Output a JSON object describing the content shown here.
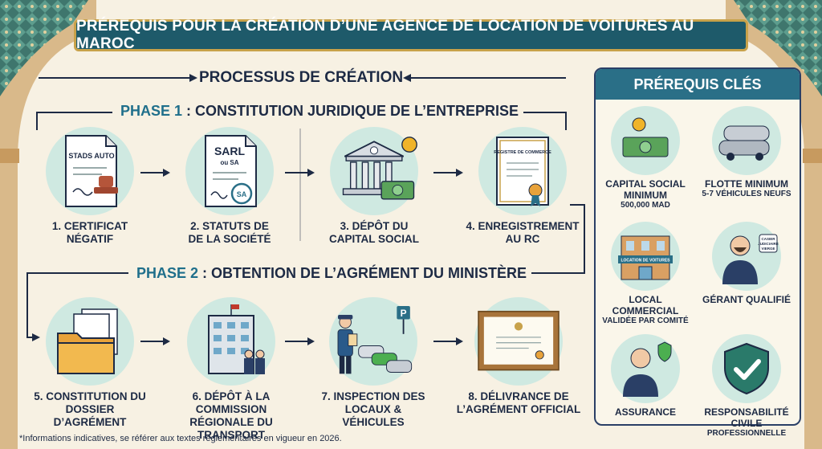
{
  "title": "PRÉREQUIS POUR LA CRÉATION D’UNE AGENCE DE LOCATION DE VOITURES AU MAROC",
  "process_title": "PROCESSUS DE CRÉATION",
  "phase1": {
    "num": "PHASE 1",
    "rest": " : CONSTITUTION JURIDIQUE DE L’ENTREPRISE"
  },
  "phase2": {
    "num": "PHASE 2",
    "rest": " : OBTENTION DE L’AGRÉMENT DU MINISTÈRE"
  },
  "steps": [
    {
      "l1": "1. CERTIFICAT",
      "l2": "NÉGATIF",
      "doc": "STADS AUTO"
    },
    {
      "l1": "2. STATUTS DE",
      "l2": "DE LA SOCIÉTÉ",
      "doc": "SARL",
      "doc2": "ou SA",
      "seal": "SA"
    },
    {
      "l1": "3. DÉPÔT DU",
      "l2": "CAPITAL SOCIAL"
    },
    {
      "l1": "4. ENREGISTREMENT",
      "l2": "AU RC",
      "doc": "REGISTRE DE COMMERCE"
    },
    {
      "l1": "5. CONSTITUTION DU",
      "l2": "DOSSIER D’AGRÉMENT"
    },
    {
      "l1": "6. DÉPÔT À LA COMMISSION",
      "l2": "RÉGIONALE DU TRANSPORT"
    },
    {
      "l1": "7. INSPECTION DES",
      "l2": "LOCAUX & VÉHICULES",
      "sign": "P"
    },
    {
      "l1": "8. DÉLIVRANCE DE",
      "l2": "L’AGRÉMENT OFFICIAL"
    }
  ],
  "side": {
    "title": "PRÉREQUIS CLÉS",
    "items": [
      {
        "t1": "CAPITAL SOCIAL",
        "t2": "MINIMUM",
        "s": "500,000 MAD"
      },
      {
        "t1": "FLOTTE MINIMUM",
        "t2": "",
        "s": "5-7 VÉHICULES NEUFS"
      },
      {
        "t1": "LOCAL COMMERCIAL",
        "t2": "",
        "s": "VALIDÉE PAR COMITÉ",
        "sign": "LOCATION DE VOITURES"
      },
      {
        "t1": "GÉRANT QUALIFIÉ",
        "t2": "",
        "s": "",
        "bubble1": "CASIER",
        "bubble2": "JUDICIAIRE",
        "bubble3": "VIERGE"
      },
      {
        "t1": "ASSURANCE",
        "t2": "",
        "s": ""
      },
      {
        "t1": "RESPONSABILITÉ CIVILE",
        "t2": "",
        "s": "PROFESSIONNELLE"
      }
    ]
  },
  "footnote": "*Informations indicatives, se référer aux textes réglementaires en vigueur en 2026.",
  "colors": {
    "banner": "#1e5a6a",
    "accent": "#2a6f87",
    "circle": "#cfe9e1",
    "gold": "#c8a24a",
    "navy": "#1d2a44"
  }
}
